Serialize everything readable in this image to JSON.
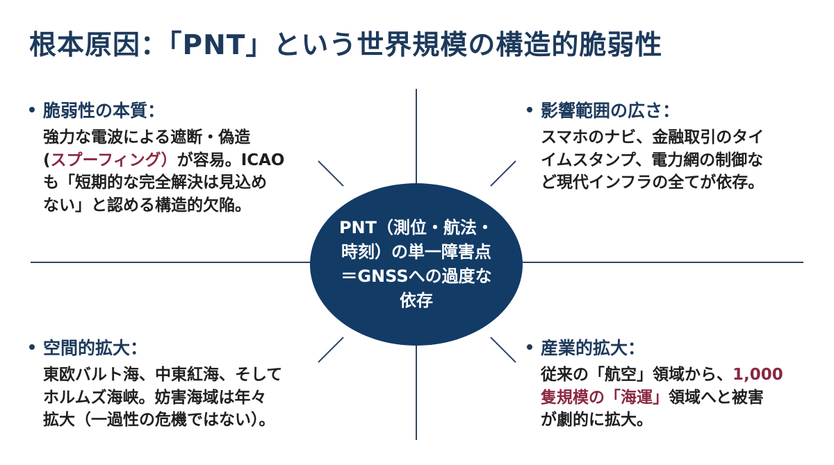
{
  "title": "根本原因：「PNT」という世界規模の構造的脆弱性",
  "center": {
    "lines": [
      "PNT（測位・航法・",
      "時刻）の単一障害点",
      "＝GNSSへの過度な",
      "依存"
    ]
  },
  "quadrants": {
    "top_left": {
      "heading": "脆弱性の本質：",
      "l1": "強力な電波による遮断・偽造",
      "l2_open": "(",
      "l2_hl": "スプーフィング）",
      "l2_rest": "が容易。ICAO",
      "l3": "も「短期的な完全解決は見込め",
      "l4": "ない」と認める構造的欠陥。"
    },
    "top_right": {
      "heading": "影響範囲の広さ：",
      "l1": "スマホのナビ、金融取引のタイ",
      "l2": "イムスタンプ、電力網の制御な",
      "l3": "ど現代インフラの全てが依存。"
    },
    "bottom_left": {
      "heading": "空間的拡大：",
      "l1": "東欧バルト海、中東紅海、そして",
      "l2": "ホルムズ海峡。妨害海域は年々",
      "l3": "拡大（一過性の危機ではない）。"
    },
    "bottom_right": {
      "heading": "産業的拡大：",
      "l1_pre": "従来の「航空」領域から、",
      "l1_hl": "1,000",
      "l2_hl": "隻規模の「海運」",
      "l2_rest": "領域へと被害",
      "l3": "が劇的に拡大。"
    }
  },
  "colors": {
    "navy": "#123b66",
    "title": "#1d3a5c",
    "highlight": "#8a2840",
    "line": "#2d4564"
  }
}
